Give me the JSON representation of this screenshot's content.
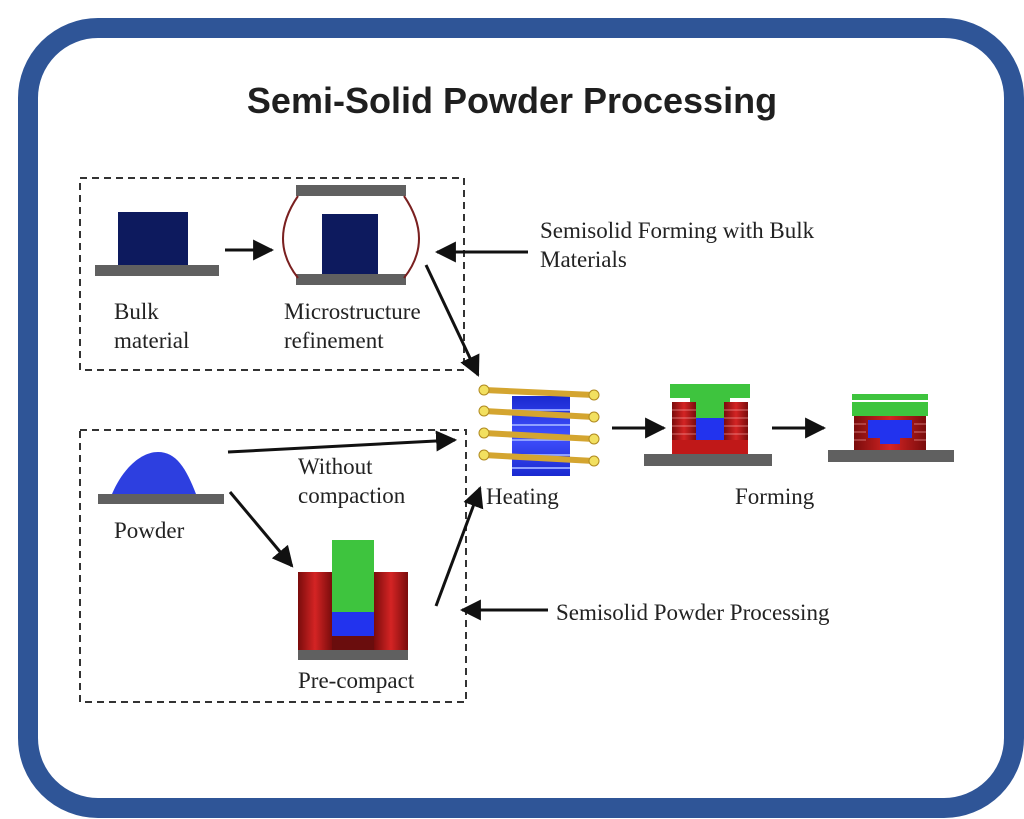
{
  "title": "Semi-Solid Powder Processing",
  "labels": {
    "bulk_line1": "Bulk",
    "bulk_line2": "material",
    "micro_line1": "Microstructure",
    "micro_line2": "refinement",
    "bulk_forming_line1": "Semisolid Forming with Bulk",
    "bulk_forming_line2": "Materials",
    "without_line1": "Without",
    "without_line2": "compaction",
    "powder": "Powder",
    "precompact": "Pre-compact",
    "heating": "Heating",
    "forming": "Forming",
    "powder_processing": "Semisolid Powder Processing"
  },
  "colors": {
    "frame": "#2f5597",
    "bulk_block": "#0d1a5e",
    "plate": "#606060",
    "powder": "#2d3fe0",
    "die": "#b01818",
    "punch": "#3ec43e",
    "charge": "#2233ee",
    "coil": "#e8c050"
  }
}
